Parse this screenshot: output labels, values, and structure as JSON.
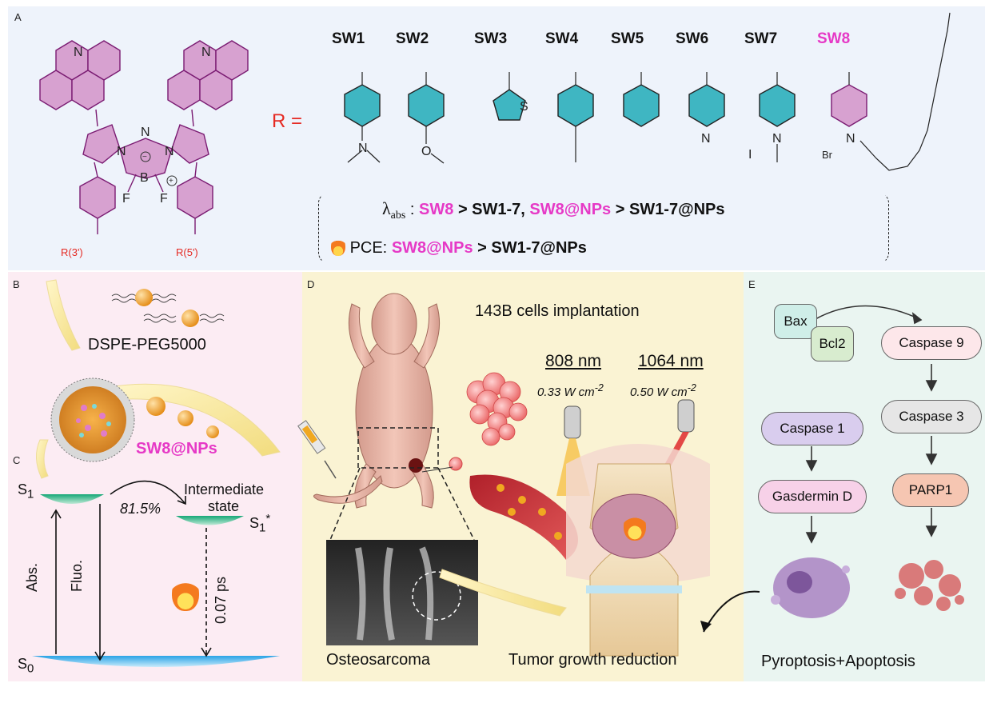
{
  "panels": {
    "a": "A",
    "b": "B",
    "c": "C",
    "d": "D",
    "e": "E"
  },
  "colors": {
    "pink": "#e639c6",
    "red": "#e52a23",
    "teal": "#3fb6c2",
    "magenta_ring": "#c983bf"
  },
  "panel_a": {
    "substituents": [
      "SW1",
      "SW2",
      "SW3",
      "SW4",
      "SW5",
      "SW6",
      "SW7",
      "SW8"
    ],
    "r_label": "R =",
    "r3": "R(3')",
    "r5": "R(5')",
    "atoms": {
      "n": "N",
      "b": "B",
      "f": "F",
      "s": "S",
      "o": "O",
      "iodide": "I",
      "bromide": "Br"
    },
    "lambda_symbol": "λ",
    "lambda_sub": "abs",
    "lambda_sep": ":",
    "lambda_sw8": "SW8",
    "lambda_gt1": "> SW1-7,",
    "lambda_sw8np": "SW8@NPs",
    "lambda_gt2": "> SW1-7@NPs",
    "pce_label": "PCE:",
    "pce_sw8np": "SW8@NPs",
    "pce_gt": "> SW1-7@NPs"
  },
  "panel_b": {
    "dspe": "DSPE-PEG5000",
    "nps": "SW8@NPs"
  },
  "panel_c": {
    "s1": "S",
    "s1_sub": "1",
    "s1star": "S",
    "s1star_sub": "1",
    "s1star_sup": "*",
    "s0": "S",
    "s0_sub": "0",
    "percent": "81.5%",
    "intermediate_1": "Intermediate",
    "intermediate_2": "state",
    "abs": "Abs.",
    "fluo": "Fluo.",
    "time": "0.07 ps"
  },
  "panel_d": {
    "implant": "143B cells implantation",
    "laser1": "808 nm",
    "laser1_power": "0.33 W cm",
    "laser2": "1064 nm",
    "laser2_power": "0.50 W cm",
    "power_exp": "-2",
    "osteo": "Osteosarcoma",
    "tumor": "Tumor growth reduction"
  },
  "panel_e": {
    "bax": "Bax",
    "bcl2": "Bcl2",
    "casp9": "Caspase 9",
    "casp3": "Caspase 3",
    "casp1": "Caspase 1",
    "gsdmd": "Gasdermin D",
    "parp1": "PARP1",
    "pyro": "Pyroptosis",
    "plus": "+",
    "apop": "Apoptosis"
  }
}
